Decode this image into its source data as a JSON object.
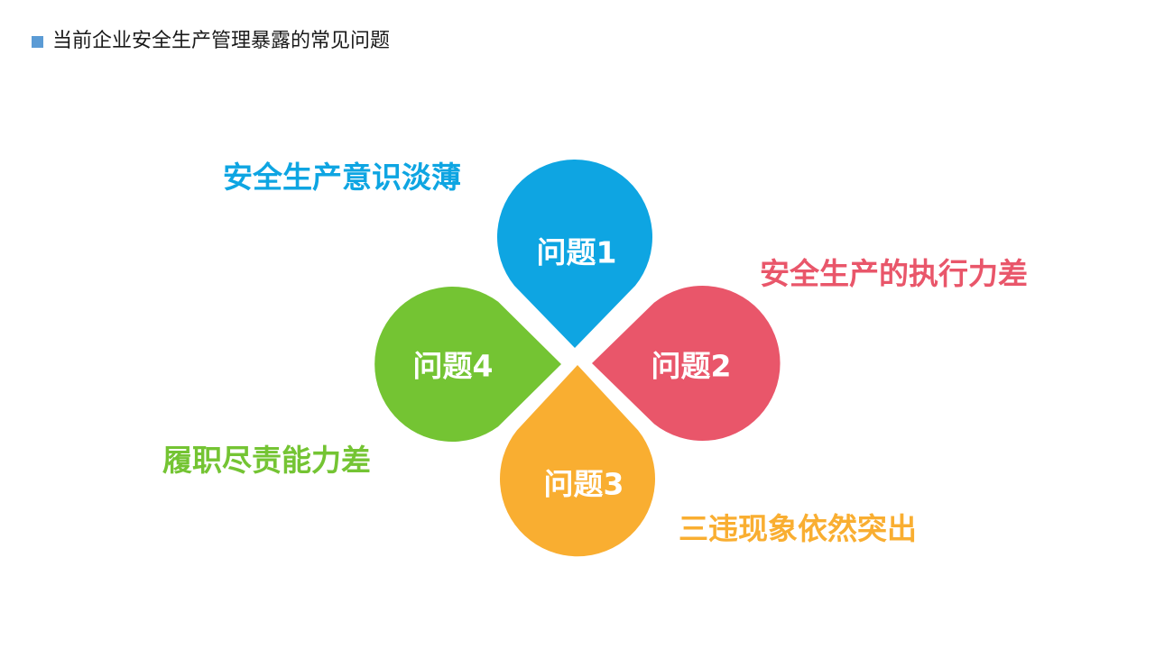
{
  "slide": {
    "title": "当前企业安全生产管理暴露的常见问题",
    "bullet_color": "#5b9bd5"
  },
  "petals": [
    {
      "id": "p1",
      "label": "问题1",
      "color": "#0ea5e2",
      "direction": "up"
    },
    {
      "id": "p2",
      "label": "问题2",
      "color": "#e9566a",
      "direction": "right"
    },
    {
      "id": "p3",
      "label": "问题3",
      "color": "#f9ae31",
      "direction": "down"
    },
    {
      "id": "p4",
      "label": "问题4",
      "color": "#74c433",
      "direction": "left"
    }
  ],
  "issues": [
    {
      "label": "安全生产意识淡薄",
      "color": "#0ea5e2"
    },
    {
      "label": "安全生产的执行力差",
      "color": "#e9566a"
    },
    {
      "label": "三违现象依然突出",
      "color": "#f9ae31"
    },
    {
      "label": "履职尽责能力差",
      "color": "#74c433"
    }
  ]
}
